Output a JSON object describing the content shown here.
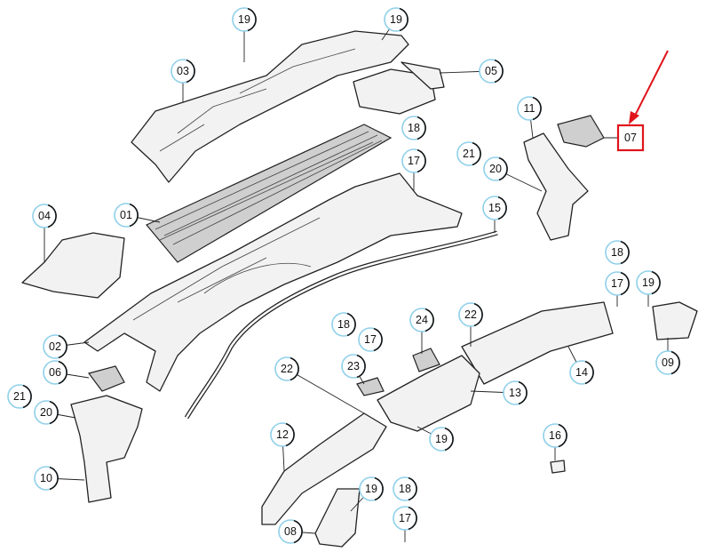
{
  "diagram": {
    "highlighted_part": "07",
    "accent_color": "#e0141b",
    "callout_ring_color": "#8fd0ea",
    "callouts": [
      "19",
      "19",
      "03",
      "05",
      "18",
      "11",
      "07",
      "21",
      "17",
      "20",
      "15",
      "04",
      "01",
      "18",
      "17",
      "19",
      "22",
      "18",
      "17",
      "24",
      "02",
      "06",
      "23",
      "22",
      "14",
      "09",
      "21",
      "20",
      "13",
      "16",
      "12",
      "19",
      "10",
      "19",
      "18",
      "17",
      "08"
    ]
  }
}
